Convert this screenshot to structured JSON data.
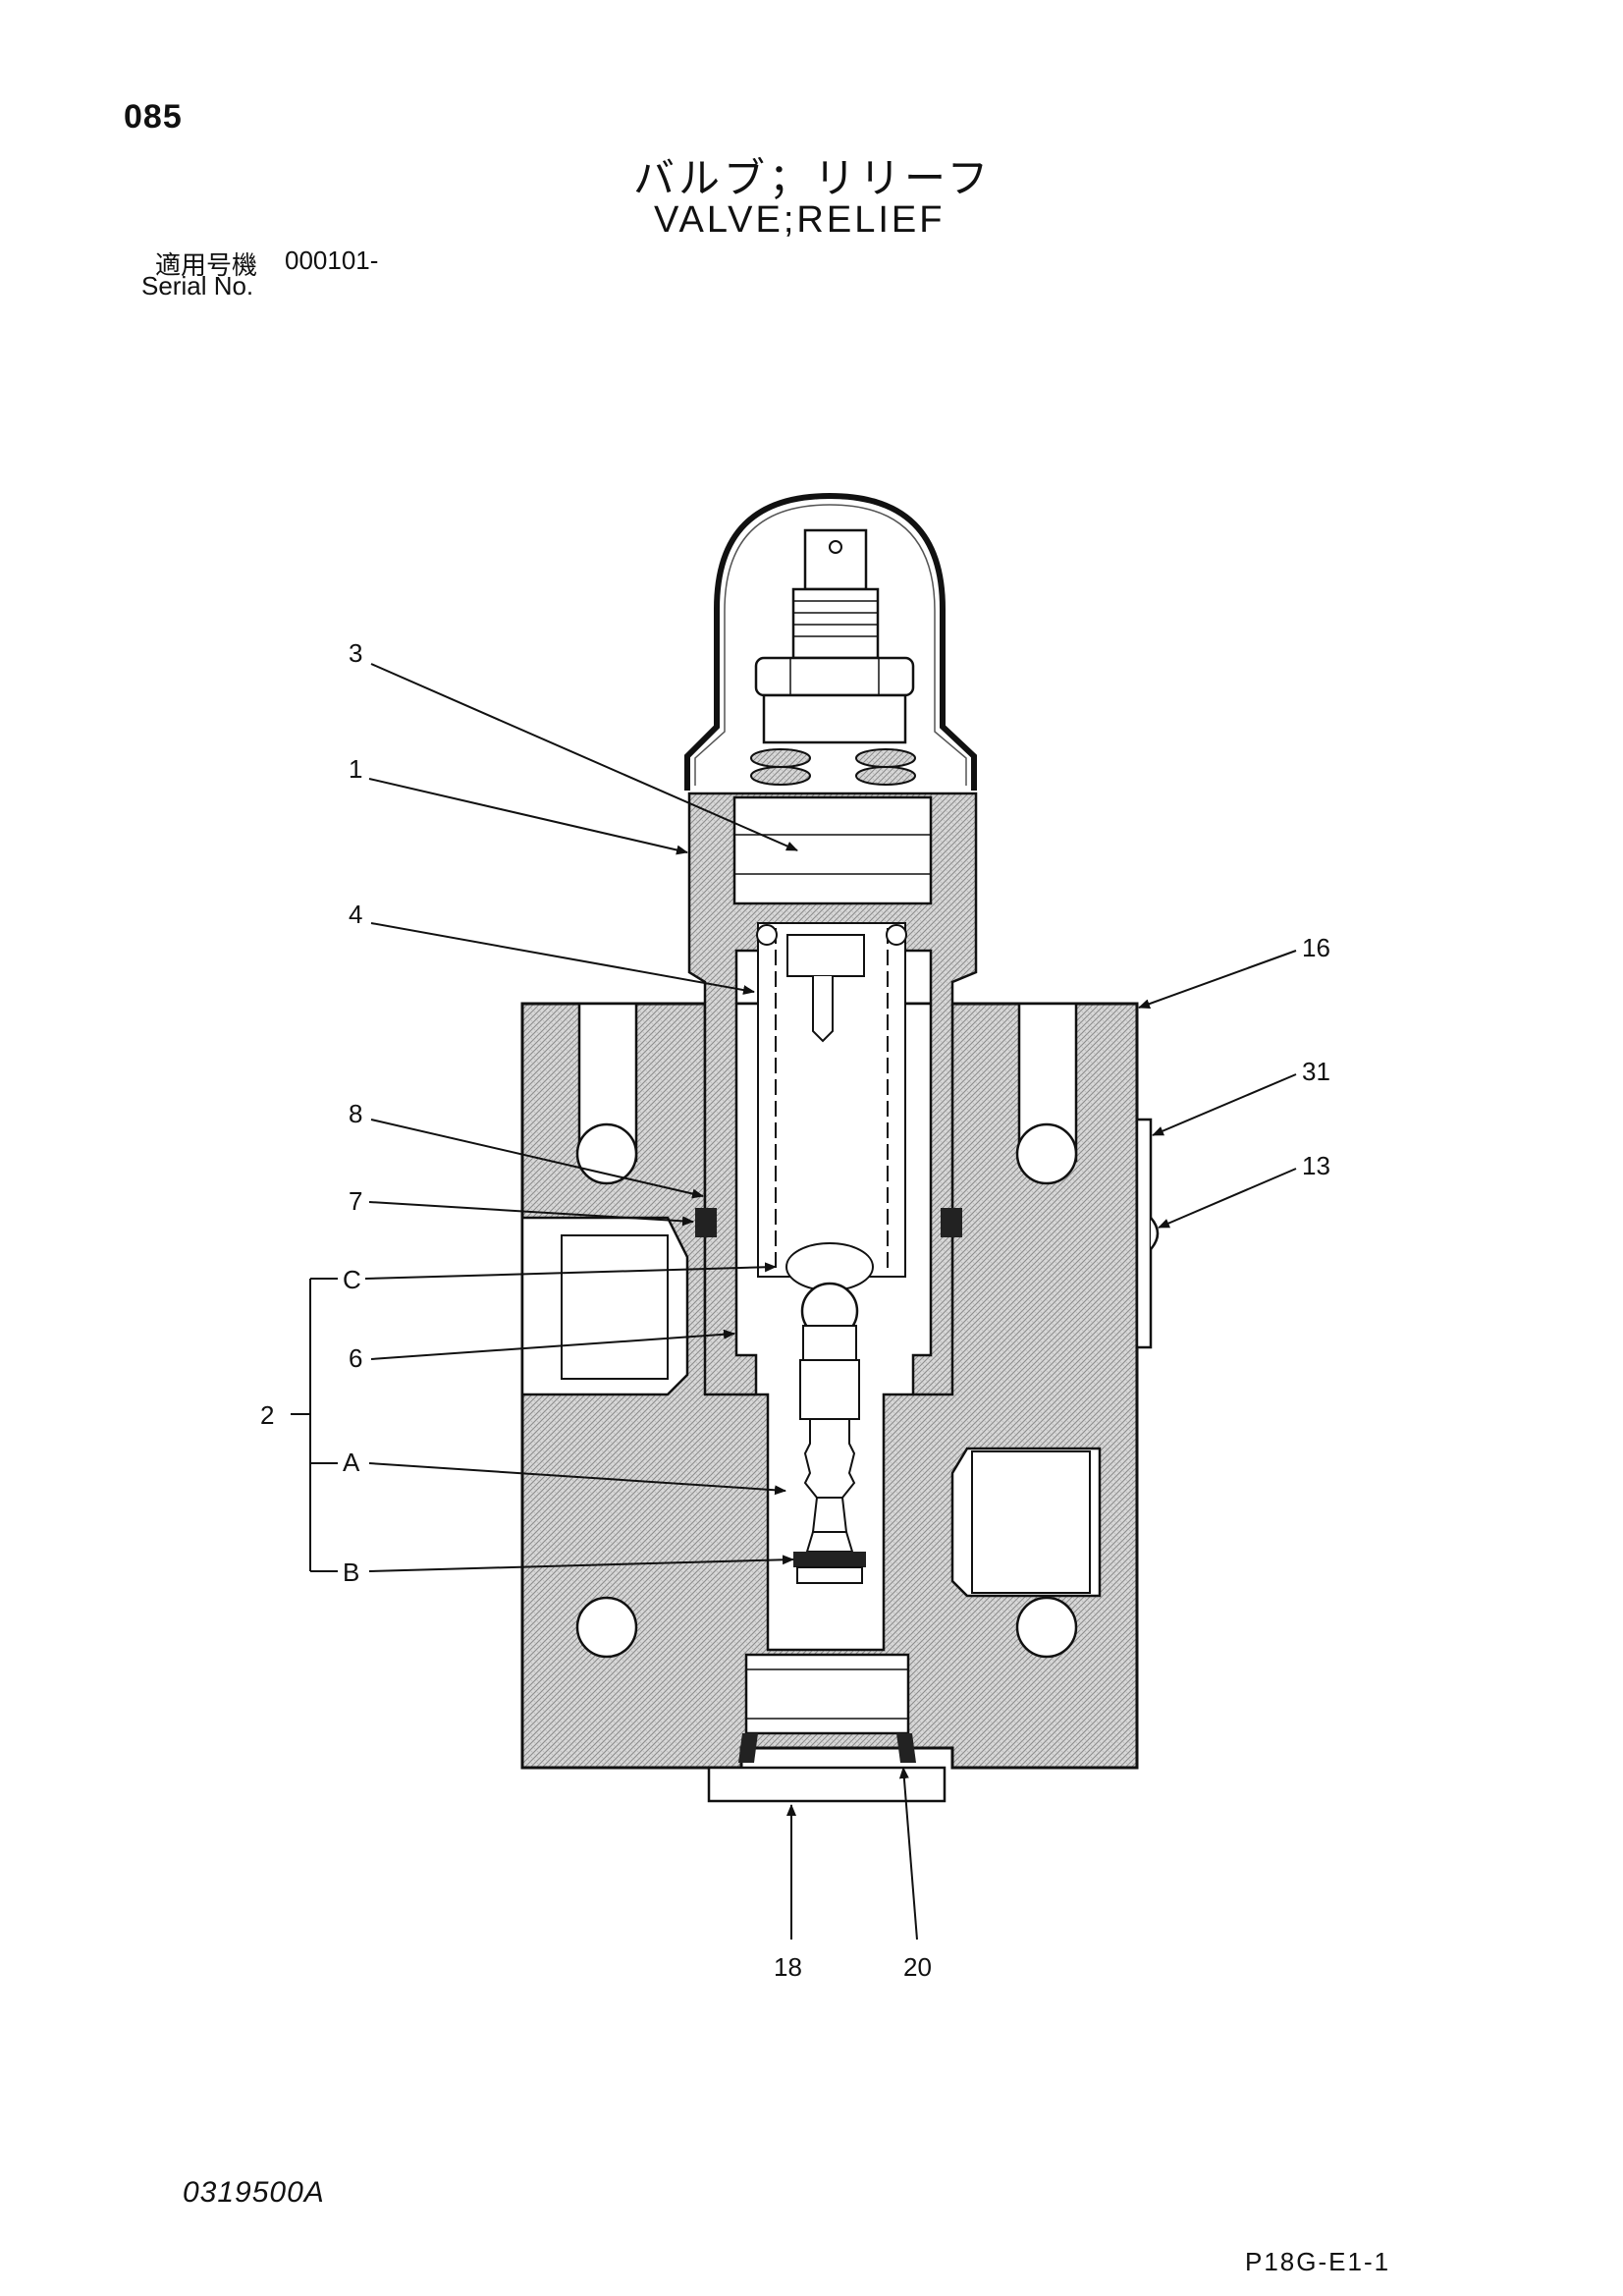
{
  "header": {
    "page_number": "085",
    "title_jp": "バルブ；リリーフ",
    "title_en": "VALVE;RELIEF",
    "serial_label_jp": "適用号機",
    "serial_value": "000101-",
    "serial_label_en": "Serial No."
  },
  "callouts": {
    "c3": "3",
    "c1": "1",
    "c4": "4",
    "c8": "8",
    "c7": "7",
    "cC": "C",
    "c6": "6",
    "c2": "2",
    "cA": "A",
    "cB": "B",
    "c16": "16",
    "c31": "31",
    "c13": "13",
    "c18": "18",
    "c20": "20"
  },
  "footer": {
    "drawing_code": "0319500A",
    "page_code": "P18G-E1-1"
  }
}
